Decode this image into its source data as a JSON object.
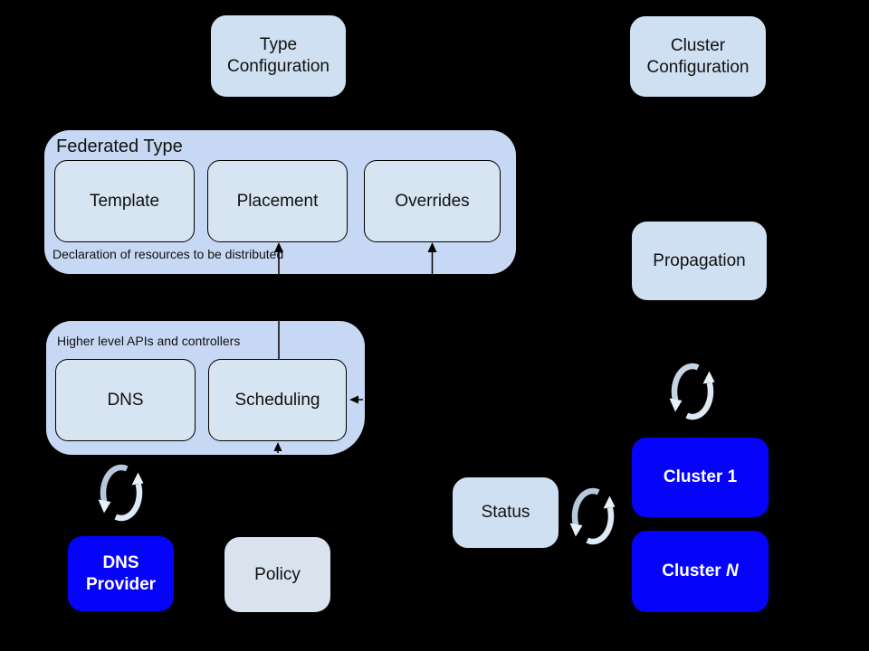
{
  "diagram": {
    "title": "federation-architecture-diagram",
    "nodes": {
      "type_configuration": {
        "label": "Type\nConfiguration"
      },
      "cluster_configuration": {
        "label": "Cluster\nConfiguration"
      },
      "propagation": {
        "label": "Propagation"
      },
      "status": {
        "label": "Status"
      },
      "policy": {
        "label": "Policy"
      },
      "dns_provider": {
        "label": "DNS\nProvider"
      },
      "cluster_1": {
        "label": "Cluster 1"
      },
      "cluster_n": {
        "prefix": "Cluster",
        "suffix": "N"
      }
    },
    "groups": {
      "federated_type": {
        "title": "Federated Type",
        "caption": "Declaration of resources to be distributed",
        "items": [
          {
            "label": "Template"
          },
          {
            "label": "Placement"
          },
          {
            "label": "Overrides"
          }
        ]
      },
      "higher_apis": {
        "title": "Higher level APIs and controllers",
        "items": [
          {
            "label": "DNS"
          },
          {
            "label": "Scheduling"
          }
        ]
      }
    },
    "icons": {
      "sync": "circular-arrows-sync-icon"
    },
    "colors": {
      "background": "#000000",
      "group_fill": "#c7d8f4",
      "inner_box_fill": "#d7e4f2",
      "standalone_box_fill": "#cfe0f2",
      "cluster_box_fill": "#0603fb",
      "cluster_text": "#ffffff",
      "text": "#111111",
      "connector": "#000000",
      "sync_arc_dark": "#b6c9db",
      "sync_arc_light": "#dde9f4"
    }
  }
}
